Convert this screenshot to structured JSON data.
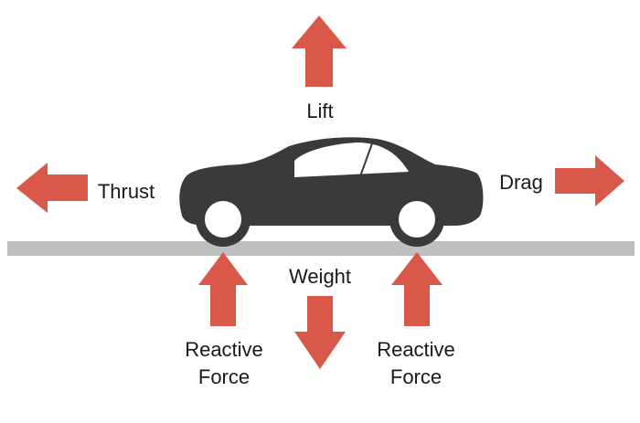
{
  "colors": {
    "arrow": "#d9584a",
    "car_body": "#3a3a3a",
    "road": "#bfbfbf",
    "window": "#ffffff",
    "text": "#1a1a1a"
  },
  "labels": {
    "lift": "Lift",
    "thrust": "Thrust",
    "drag": "Drag",
    "weight": "Weight",
    "reactive_force_left": {
      "line1": "Reactive",
      "line2": "Force"
    },
    "reactive_force_right": {
      "line1": "Reactive",
      "line2": "Force"
    }
  },
  "icons": [
    "car-icon",
    "arrow-up-icon",
    "arrow-left-icon",
    "arrow-right-icon",
    "arrow-down-icon"
  ]
}
